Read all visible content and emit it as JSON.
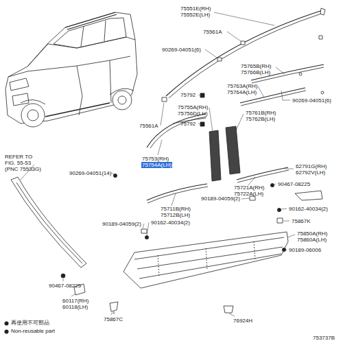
{
  "diagram": {
    "labels": [
      "75551E(RH)",
      "75552E(LH)",
      "75561A",
      "90269-04051(6)",
      "90269-04051(6)",
      "75765B(RH)",
      "75766B(LH)",
      "75763A(RH)",
      "75764A(LH)",
      "75561A",
      "75792",
      "75755A(RH)",
      "75756D(LH)",
      "75761B(RH)",
      "75762B(LH)",
      "75792",
      "REFER TO",
      "FIG. 55-53",
      "(PNC 75533G)",
      "75753(RH)",
      "75754A(LH)",
      "62791G(RH)",
      "62792V(LH)",
      "90269-04051(14)",
      "90467-08225",
      "75721A(RH)",
      "75722A(LH)",
      "90189-04059(2)",
      "75711B(RH)",
      "75712B(LH)",
      "90162-40034(2)",
      "75867K",
      "90189-04059(2)",
      "90162-40034(2)",
      "75850A(RH)",
      "75860A(LH)",
      "90189-06006",
      "90467-08225",
      "60117(RH)",
      "60118(LH)",
      "75867C",
      "76924H",
      "753737B"
    ],
    "legend": [
      {
        "text": "再使用不可部品"
      },
      {
        "text": "Non-reusable part"
      }
    ]
  }
}
